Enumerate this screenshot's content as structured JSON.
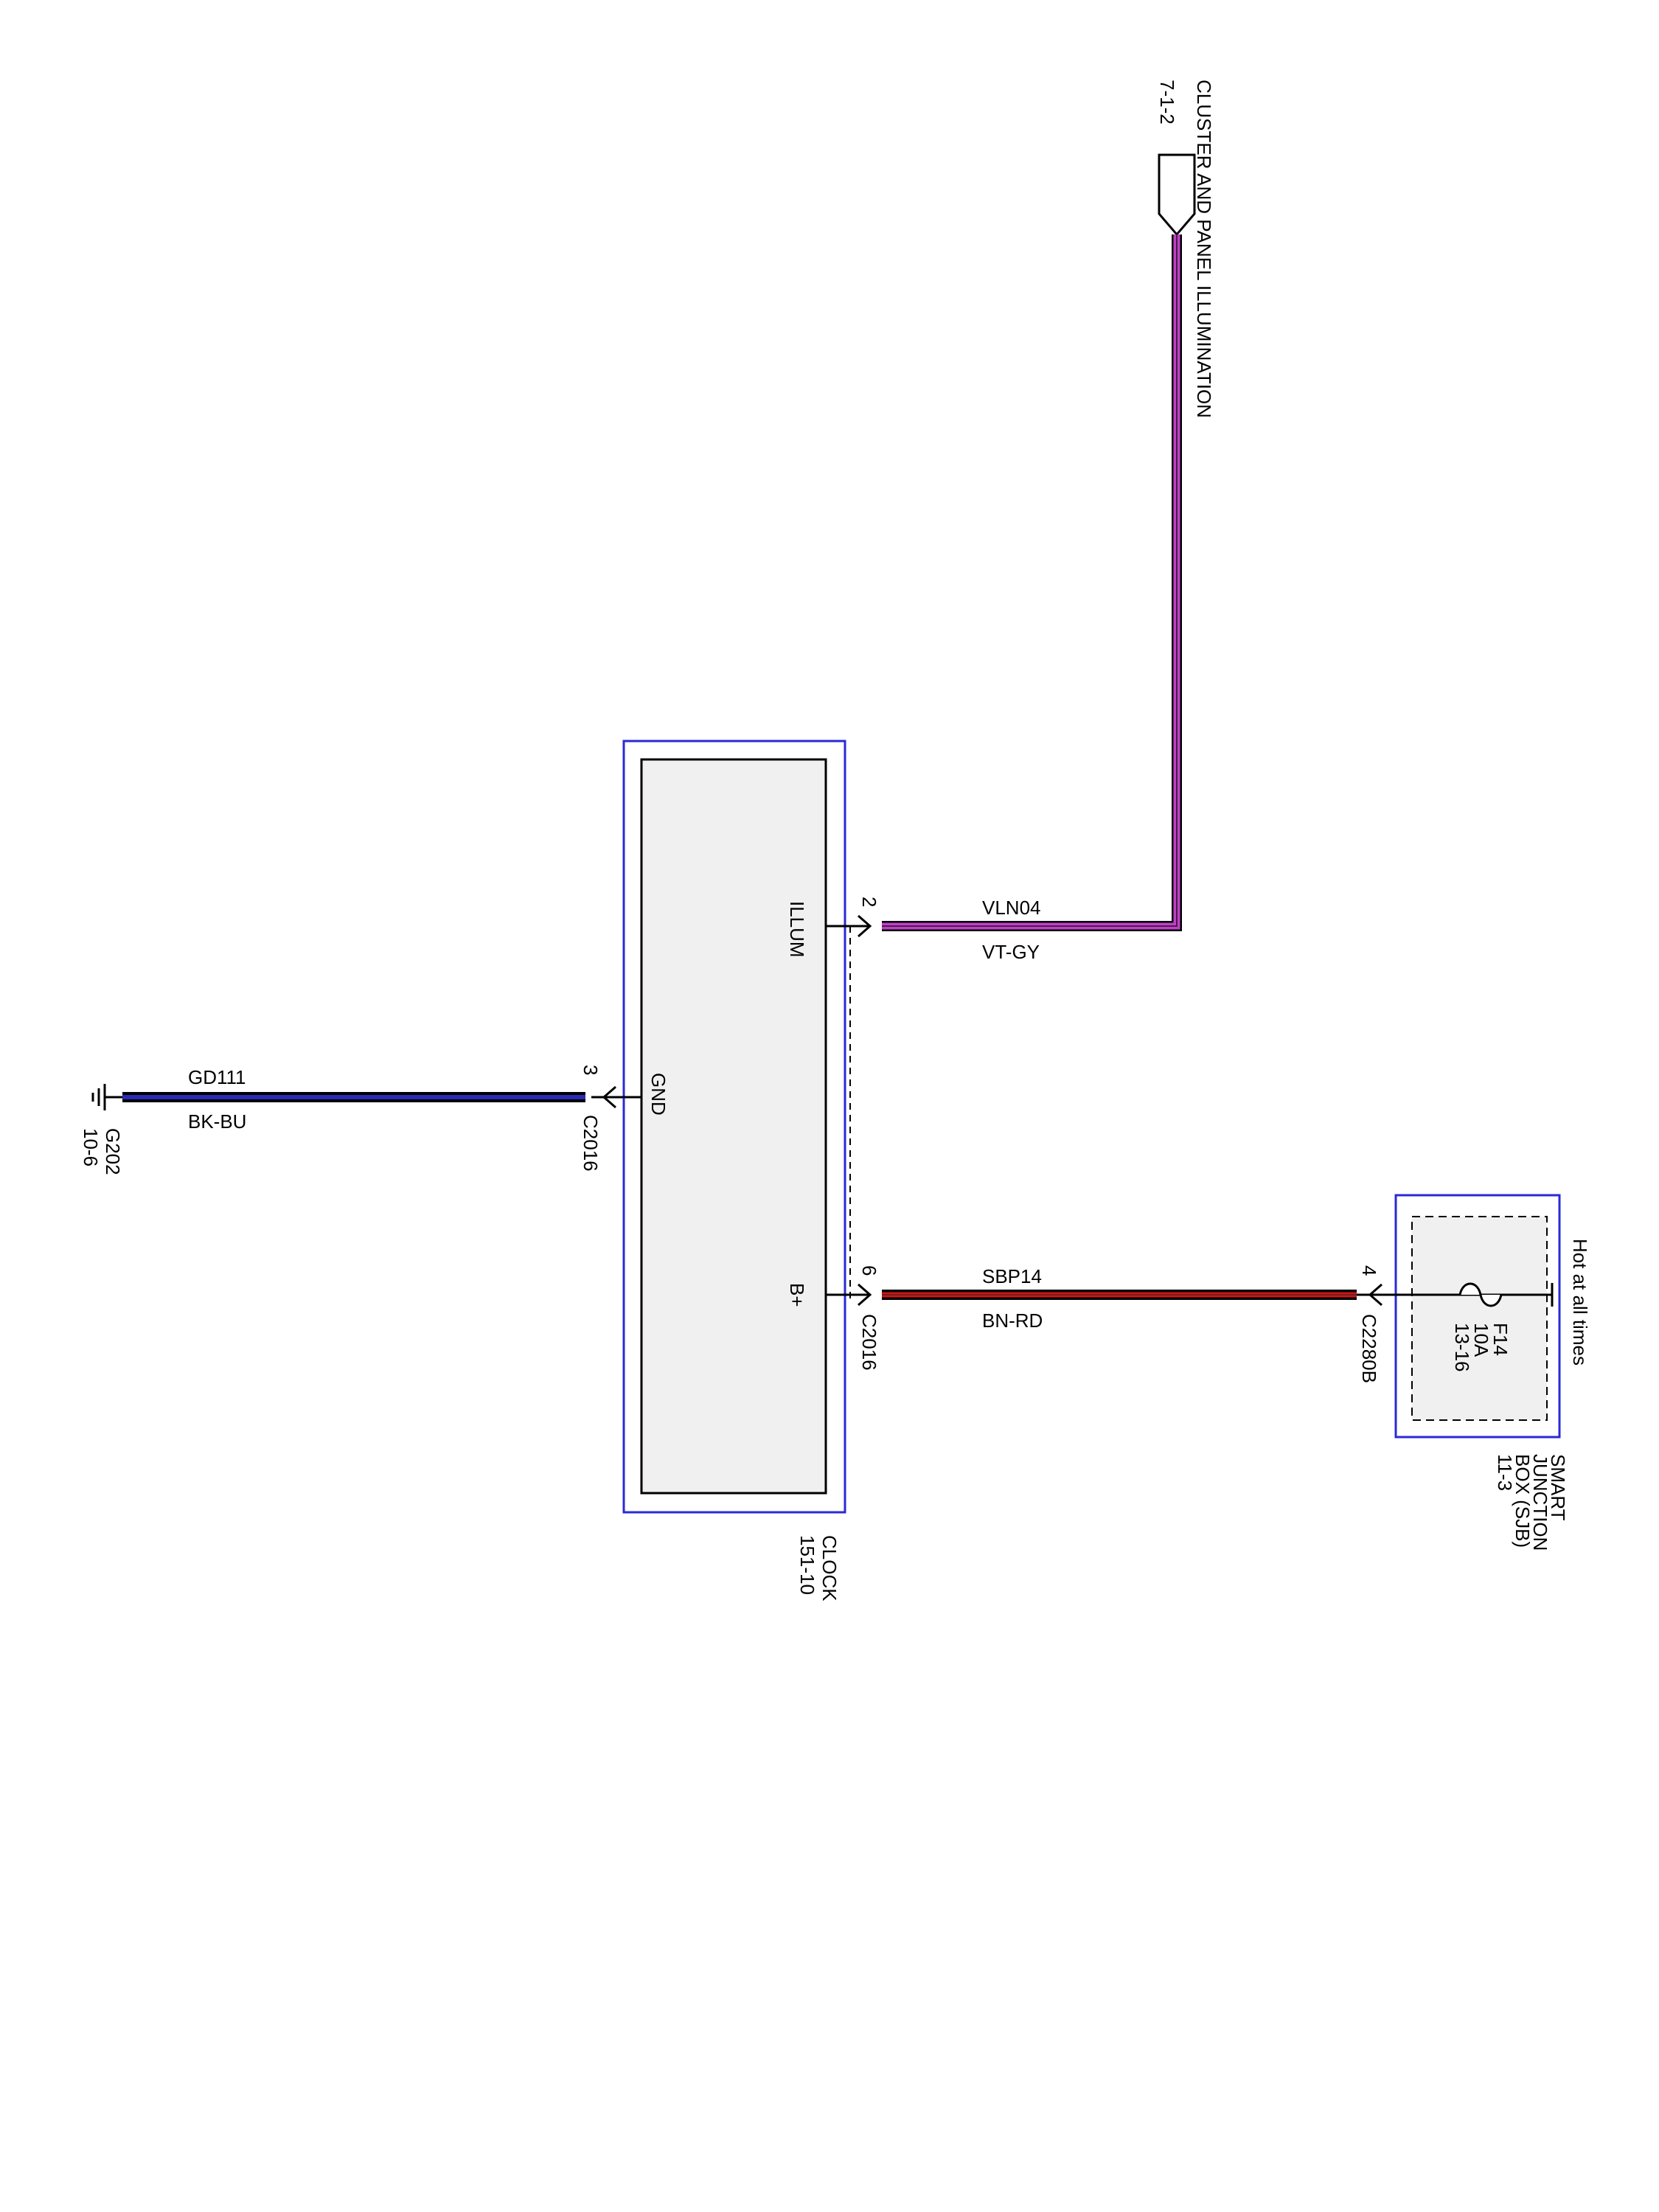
{
  "colors": {
    "box_border": "#2a2ad6",
    "box_fill": "#f0f0f0",
    "wire_black": "#000000",
    "wire_violet": "#c040c8",
    "wire_gray": "#9a9a9a",
    "wire_blue": "#2a2ab4",
    "wire_brown": "#7a1a1a",
    "wire_red": "#c81818"
  },
  "clock": {
    "name": "CLOCK",
    "page_ref": "151-10",
    "pins": [
      {
        "label": "ILLUM",
        "pin": "2",
        "connector": ""
      },
      {
        "label": "GND",
        "pin": "3",
        "connector": "C2016"
      },
      {
        "label": "B+",
        "pin": "6",
        "connector": "C2016"
      }
    ]
  },
  "cluster_ref": {
    "name": "CLUSTER AND PANEL ILLUMINATION",
    "page_ref": "7-1-2"
  },
  "wires": {
    "illum": {
      "circuit": "VLN04",
      "color_code": "VT-GY"
    },
    "ground": {
      "circuit": "GD111",
      "color_code": "BK-BU"
    },
    "power": {
      "circuit": "SBP14",
      "color_code": "BN-RD"
    }
  },
  "ground_point": {
    "name": "G202",
    "page_ref": "10-6",
    "icon": "ground-symbol-icon"
  },
  "sjb": {
    "name_line1": "SMART",
    "name_line2": "JUNCTION",
    "name_line3": "BOX (SJB)",
    "page_ref": "11-3",
    "note": "Hot at all times",
    "fuse_name": "F14",
    "fuse_rating": "10A",
    "fuse_ref": "13-16",
    "pin": "4",
    "connector": "C2280B",
    "fuse_icon": "fuse-icon"
  }
}
